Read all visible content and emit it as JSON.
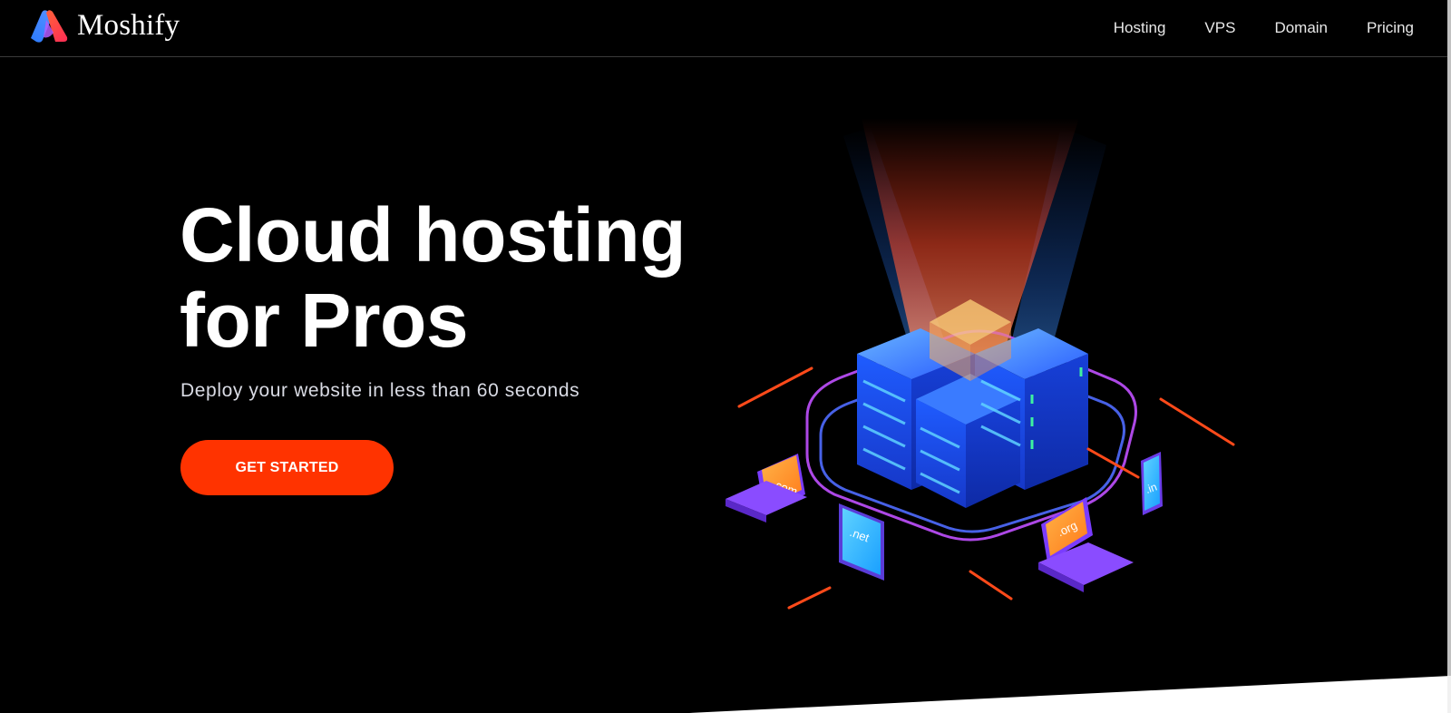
{
  "brand": {
    "name": "Moshify",
    "logo_icon": "moshify-logo-icon",
    "colors": {
      "logo_blue": "#2b7bff",
      "logo_red": "#ff3d3d",
      "logo_pink": "#b45cff"
    }
  },
  "nav": {
    "items": [
      {
        "label": "Hosting"
      },
      {
        "label": "VPS"
      },
      {
        "label": "Domain"
      },
      {
        "label": "Pricing"
      }
    ]
  },
  "hero": {
    "title_line1": "Cloud hosting",
    "title_line2": "for Pros",
    "subtitle": "Deploy your website in less than 60 seconds",
    "cta_label": "GET STARTED",
    "cta_color": "#ff3300"
  },
  "illustration": {
    "icon": "isometric-server-illustration",
    "device_labels": [
      ".com",
      ".net",
      ".org",
      ".in"
    ]
  },
  "colors": {
    "background": "#000000",
    "text": "#ffffff",
    "accent": "#ff3300"
  }
}
